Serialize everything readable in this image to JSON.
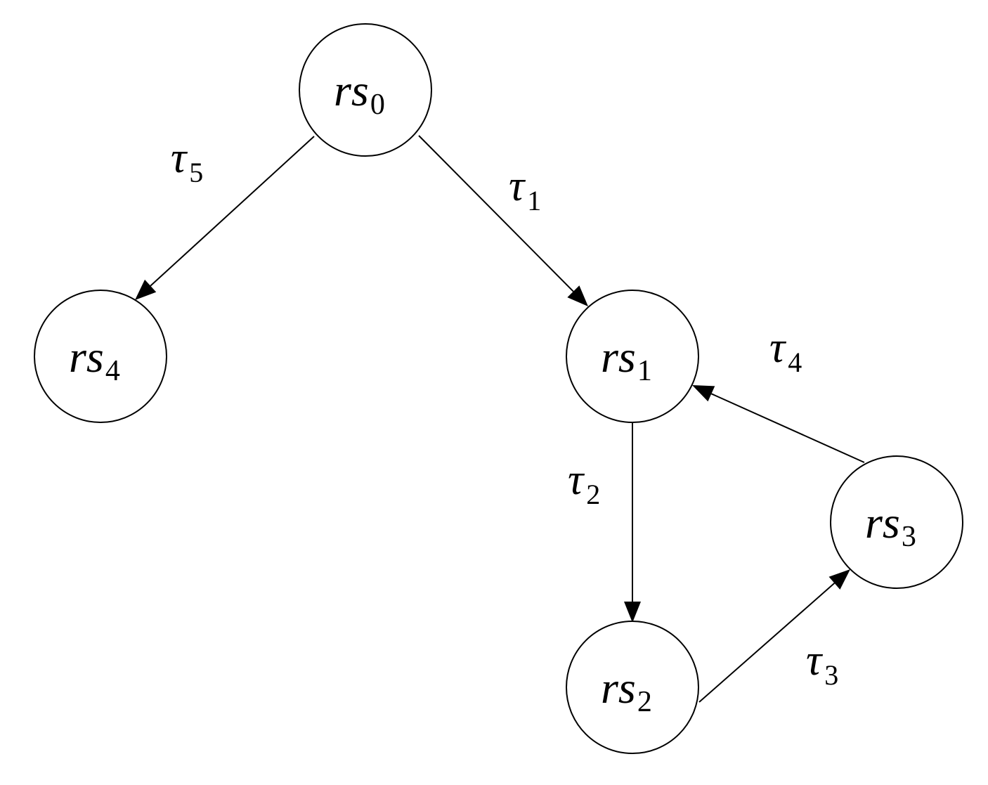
{
  "diagram": {
    "nodes": [
      {
        "id": "rs0",
        "label": "rs",
        "sub": "0"
      },
      {
        "id": "rs1",
        "label": "rs",
        "sub": "1"
      },
      {
        "id": "rs2",
        "label": "rs",
        "sub": "2"
      },
      {
        "id": "rs3",
        "label": "rs",
        "sub": "3"
      },
      {
        "id": "rs4",
        "label": "rs",
        "sub": "4"
      }
    ],
    "edges": [
      {
        "id": "t1",
        "from": "rs0",
        "to": "rs1",
        "label": "τ",
        "sub": "1"
      },
      {
        "id": "t2",
        "from": "rs1",
        "to": "rs2",
        "label": "τ",
        "sub": "2"
      },
      {
        "id": "t3",
        "from": "rs2",
        "to": "rs3",
        "label": "τ",
        "sub": "3"
      },
      {
        "id": "t4",
        "from": "rs3",
        "to": "rs1",
        "label": "τ",
        "sub": "4"
      },
      {
        "id": "t5",
        "from": "rs0",
        "to": "rs4",
        "label": "τ",
        "sub": "5"
      }
    ]
  }
}
